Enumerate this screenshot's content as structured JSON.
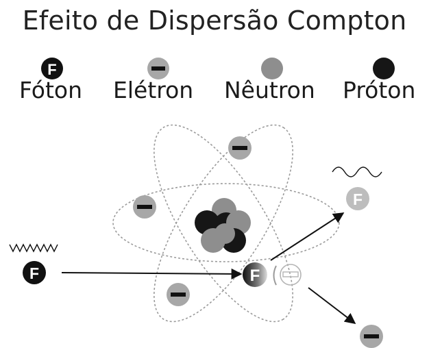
{
  "title": "Efeito de Dispersão Compton",
  "legend": [
    {
      "label": "Fóton",
      "symbol": "F",
      "color": "#111111"
    },
    {
      "label": "Elétron",
      "symbol": "−",
      "color": "#a7a7a7"
    },
    {
      "label": "Nêutron",
      "symbol": "",
      "color": "#8e8e8e"
    },
    {
      "label": "Próton",
      "symbol": "",
      "color": "#161616"
    }
  ],
  "symbols": {
    "photon": "F",
    "electron": "−"
  },
  "colors": {
    "photon": "#111111",
    "electron": "#a7a7a7",
    "neutron": "#8e8e8e",
    "proton": "#161616",
    "scattered_photon": "#bdbdbd",
    "orbit": "#9a9a9a",
    "arrow": "#111111"
  }
}
